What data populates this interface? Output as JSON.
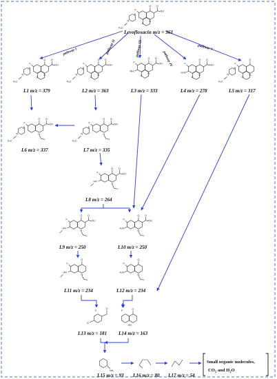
{
  "parent": "Levofloxacin m/z = 361",
  "pathways": [
    "pathway I",
    "pathway II",
    "pathway III",
    "pathway IV",
    "pathway V"
  ],
  "products": [
    {
      "id": "L1",
      "label": "L1  m/z = 379"
    },
    {
      "id": "L2",
      "label": "L2  m/z = 363"
    },
    {
      "id": "L3",
      "label": "L3  m/z = 333"
    },
    {
      "id": "L4",
      "label": "L4  m/z = 278"
    },
    {
      "id": "L5",
      "label": "L5  m/z = 317"
    },
    {
      "id": "L6",
      "label": "L6  m/z = 337"
    },
    {
      "id": "L7",
      "label": "L7  m/z = 335"
    },
    {
      "id": "L8",
      "label": "L8  m/z = 264"
    },
    {
      "id": "L9",
      "label": "L9  m/z = 250"
    },
    {
      "id": "L10",
      "label": "L10  m/z = 250"
    },
    {
      "id": "L11",
      "label": "L11 m/z = 234"
    },
    {
      "id": "L12",
      "label": "L12 m/z = 234"
    },
    {
      "id": "L13",
      "label": "L13  m/z = 181"
    },
    {
      "id": "L14",
      "label": "L14 m/z = 163"
    },
    {
      "id": "L15",
      "label": "L15 m/z = 93"
    },
    {
      "id": "L16",
      "label": "L16  m/z = 80"
    },
    {
      "id": "L17",
      "label": "L17 m/z = 54"
    }
  ],
  "final_product": {
    "line1": "Small organic molecules,",
    "line2_prefix": "CO",
    "line2_sub": "2",
    "line2_mid": " and H",
    "line2_sub2": "2",
    "line2_end": "O"
  },
  "atoms": {
    "F": "F",
    "N": "N",
    "O": "O",
    "OH": "OH",
    "HN": "HN",
    "H3C": "H₃C",
    "H2N": "H₂N",
    "NH2": "NH₂"
  }
}
